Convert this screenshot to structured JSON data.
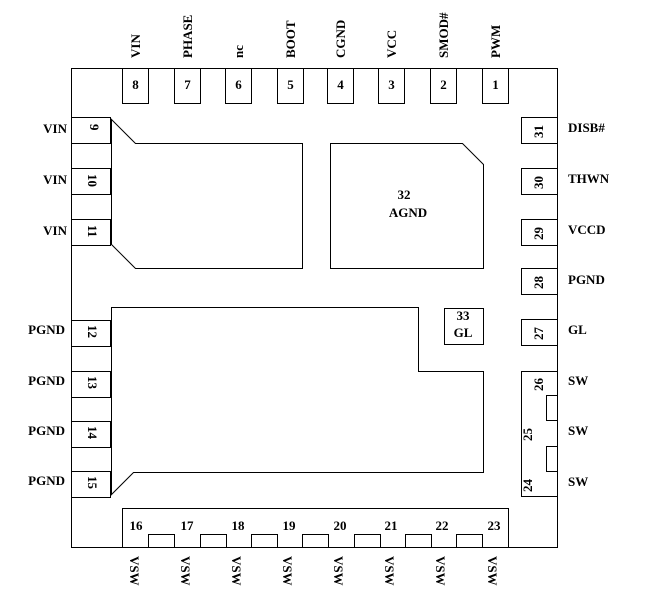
{
  "pins": {
    "p1": {
      "num": "1",
      "label": "PWM"
    },
    "p2": {
      "num": "2",
      "label": "SMOD#"
    },
    "p3": {
      "num": "3",
      "label": "VCC"
    },
    "p4": {
      "num": "4",
      "label": "CGND"
    },
    "p5": {
      "num": "5",
      "label": "BOOT"
    },
    "p6": {
      "num": "6",
      "label": "nc"
    },
    "p7": {
      "num": "7",
      "label": "PHASE"
    },
    "p8": {
      "num": "8",
      "label": "VIN"
    },
    "p9": {
      "num": "9",
      "label": "VIN"
    },
    "p10": {
      "num": "10",
      "label": "VIN"
    },
    "p11": {
      "num": "11",
      "label": "VIN"
    },
    "p12": {
      "num": "12",
      "label": "PGND"
    },
    "p13": {
      "num": "13",
      "label": "PGND"
    },
    "p14": {
      "num": "14",
      "label": "PGND"
    },
    "p15": {
      "num": "15",
      "label": "PGND"
    },
    "p16": {
      "num": "16",
      "label": "VSW"
    },
    "p17": {
      "num": "17",
      "label": "VSW"
    },
    "p18": {
      "num": "18",
      "label": "VSW"
    },
    "p19": {
      "num": "19",
      "label": "VSW"
    },
    "p20": {
      "num": "20",
      "label": "VSW"
    },
    "p21": {
      "num": "21",
      "label": "VSW"
    },
    "p22": {
      "num": "22",
      "label": "VSW"
    },
    "p23": {
      "num": "23",
      "label": ""
    },
    "p24": {
      "num": "24",
      "label": "SW"
    },
    "p25": {
      "num": "25",
      "label": "SW"
    },
    "p26": {
      "num": "26",
      "label": "SW"
    },
    "p27": {
      "num": "27",
      "label": "GL"
    },
    "p28": {
      "num": "28",
      "label": "PGND"
    },
    "p29": {
      "num": "29",
      "label": "VCCD"
    },
    "p30": {
      "num": "30",
      "label": "THWN"
    },
    "p31": {
      "num": "31",
      "label": "DISB#"
    }
  },
  "pads": {
    "pad32": {
      "num": "32",
      "label": "AGND"
    },
    "pad33": {
      "num": "33",
      "label": "GL"
    }
  }
}
